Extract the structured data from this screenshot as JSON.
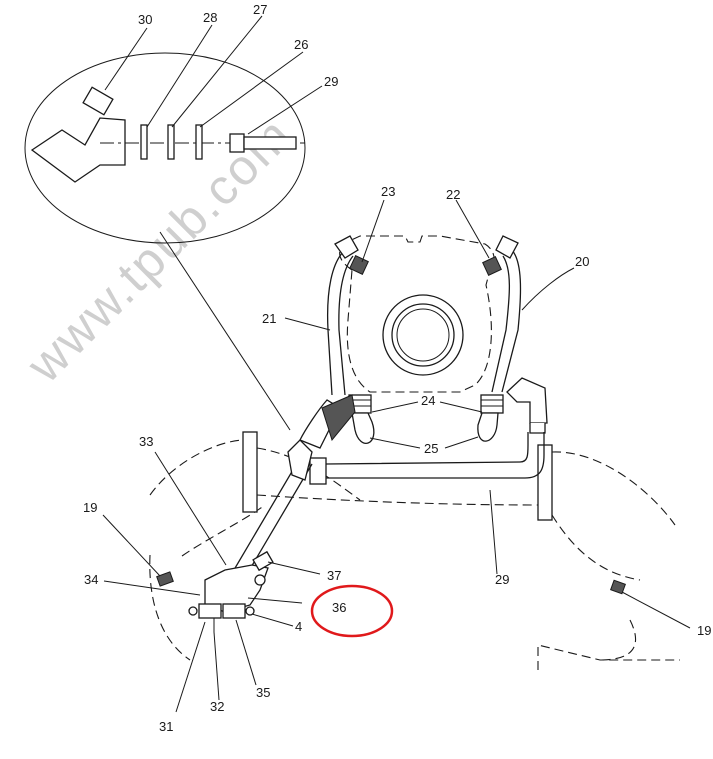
{
  "watermark": "www.tpub.com",
  "callouts": {
    "c30": "30",
    "c28": "28",
    "c27": "27",
    "c26": "26",
    "c29_top": "29",
    "c23": "23",
    "c22": "22",
    "c20": "20",
    "c21": "21",
    "c24": "24",
    "c25": "25",
    "c33": "33",
    "c19_left": "19",
    "c34": "34",
    "c37": "37",
    "c36": "36",
    "c4": "4",
    "c29_bottom": "29",
    "c19_right": "19",
    "c31": "31",
    "c32": "32",
    "c35": "35"
  },
  "colors": {
    "line": "#1a1a1a",
    "highlight_circle": "#e0191b",
    "watermark": "#cfcfcf"
  }
}
